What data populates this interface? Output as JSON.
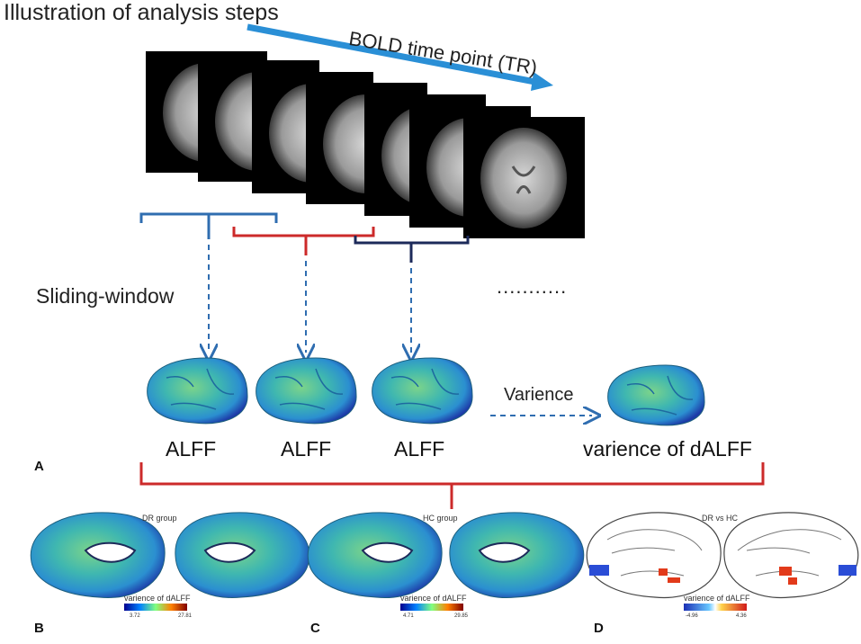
{
  "title": "Illustration of analysis steps",
  "bold_axis_label": "BOLD time point (TR)",
  "sliding_window_label": "Sliding-window",
  "ellipsis": "...........",
  "varience_label": "Varience",
  "alff_labels": [
    "ALFF",
    "ALFF",
    "ALFF"
  ],
  "varience_of_dalff_label": "varience of dALFF",
  "panel_letters": {
    "a": "A",
    "b": "B",
    "c": "C",
    "d": "D"
  },
  "panels": {
    "dr_group": {
      "title": "DR group",
      "colorbar_label": "varience of dALFF",
      "min": "3.72",
      "max": "27.81"
    },
    "hc_group": {
      "title": "HC group",
      "colorbar_label": "varience of dALFF",
      "min": "4.71",
      "max": "29.85"
    },
    "dr_vs_hc": {
      "title": "DR vs HC",
      "colorbar_label": "varience of dALFF",
      "min": "-4.96",
      "max": "4.36"
    }
  },
  "colors": {
    "arrow_blue": "#2a8fd6",
    "bracket_blue": "#2f6db0",
    "bracket_red": "#cc2a2a",
    "bracket_navy": "#1c2a5a",
    "dashed_arrow": "#2f6db0"
  }
}
